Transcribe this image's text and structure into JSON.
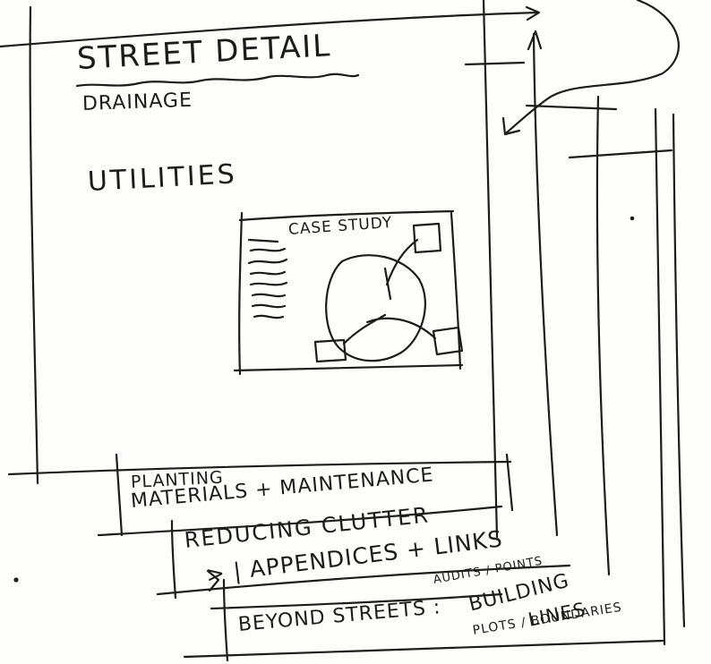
{
  "sketch": {
    "title": "STREET DETAIL",
    "drainage": "DRAINAGE",
    "utilities": "UTILITIES",
    "case_study_label": "CASE STUDY",
    "planting_line1": "PLANTING",
    "planting_line2": "MATERIALS + MAINTENANCE",
    "reducing_clutter": "REDUCING CLUTTER",
    "appendices": "> | APPENDICES + LINKS",
    "audits_points": "AUDITS / POINTS",
    "beyond_streets": "BEYOND STREETS :",
    "building": "BUILDING",
    "lines": "LINES",
    "plots_boundaries": "PLOTS / BOUNDARIES"
  },
  "colors": {
    "ink": "#1c1c1c",
    "paper": "#fdfdfb"
  }
}
